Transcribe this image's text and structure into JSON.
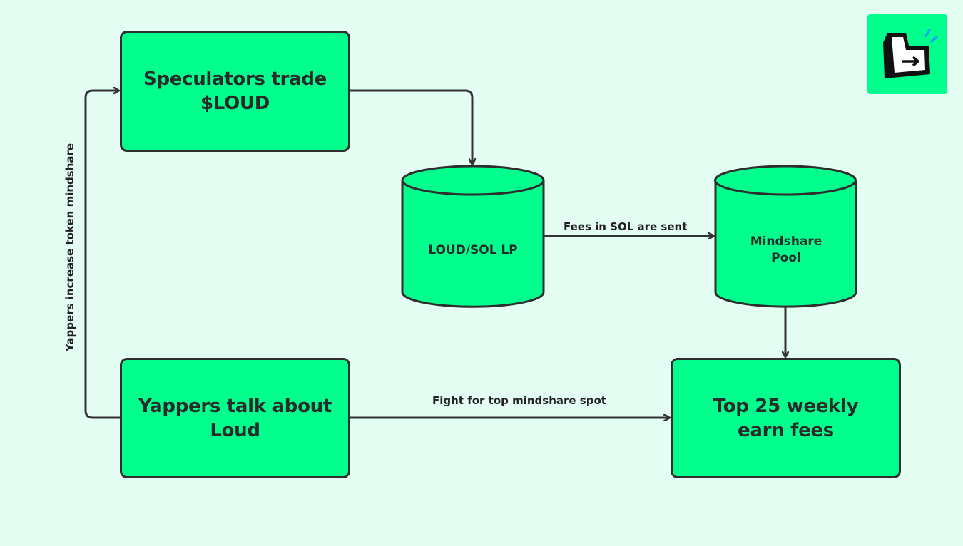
{
  "nodes": {
    "speculators": "Speculators trade $LOUD",
    "lp": "LOUD/SOL LP",
    "pool": "Mindshare Pool",
    "yappers": "Yappers talk about Loud",
    "top25": "Top 25 weekly earn fees"
  },
  "edges": {
    "fees": "Fees in SOL are sent",
    "fight": "Fight for top mindshare spot",
    "mindshare": "Yappers increase token mindshare"
  },
  "colors": {
    "background": "#e4fdf3",
    "node_fill": "#00ff8c",
    "stroke": "#2e2e2e"
  },
  "logo": {
    "icon": "loud-logo-icon"
  }
}
